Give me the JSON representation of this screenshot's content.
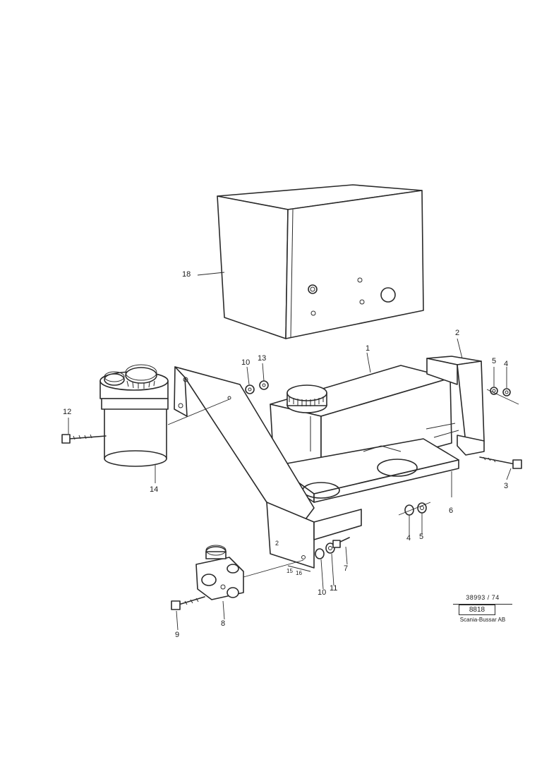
{
  "callouts": {
    "c18": "18",
    "c1": "1",
    "c2": "2",
    "c5a": "5",
    "c4a": "4",
    "c3": "3",
    "c10a": "10",
    "c13": "13",
    "c12": "12",
    "c14": "14",
    "c6": "6",
    "c4b": "4",
    "c5b": "5",
    "c7": "7",
    "c10b": "10",
    "c11": "11",
    "c8": "8",
    "c9": "9",
    "c2box": "2",
    "c15": "15",
    "c16": "16"
  },
  "reference_box": {
    "code_top": "38993 / 74",
    "number": "8818",
    "company": "Scania-Bussar AB"
  }
}
